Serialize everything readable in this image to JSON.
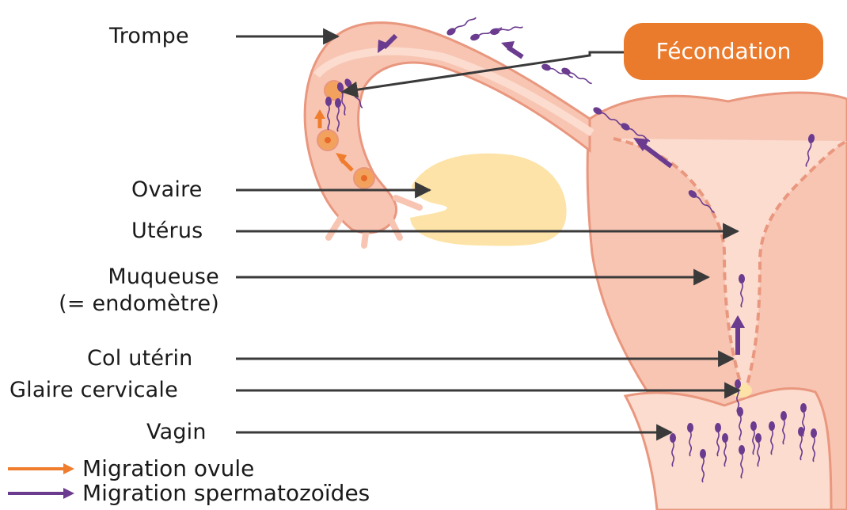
{
  "labels": {
    "trompe": "Trompe",
    "ovaire": "Ovaire",
    "uterus": "Utérus",
    "muqueuse": "Muqueuse",
    "endometre": "(= endomètre)",
    "col": "Col utérin",
    "glaire": "Glaire cervicale",
    "vagin": "Vagin"
  },
  "badge": {
    "text": "Fécondation"
  },
  "legend": {
    "ovule": "Migration ovule",
    "spermatozoides": "Migration spermatozoïdes"
  },
  "colors": {
    "tissue": "#f8c5b3",
    "tissue_light": "#fbdccf",
    "tissue_dark": "#e9977e",
    "ovary": "#fde3a7",
    "ovum": "#f3a25e",
    "ovum_arrow": "#ef7d2d",
    "sperm": "#6a3b8f",
    "badge": "#ea7a2c",
    "pointer": "#3a3a3a"
  },
  "icons": {
    "ovum": "egg-cell-icon",
    "sperm": "sperm-cell-icon",
    "ovum_arrow": "orange-arrow-icon",
    "sperm_arrow": "purple-arrow-icon"
  }
}
